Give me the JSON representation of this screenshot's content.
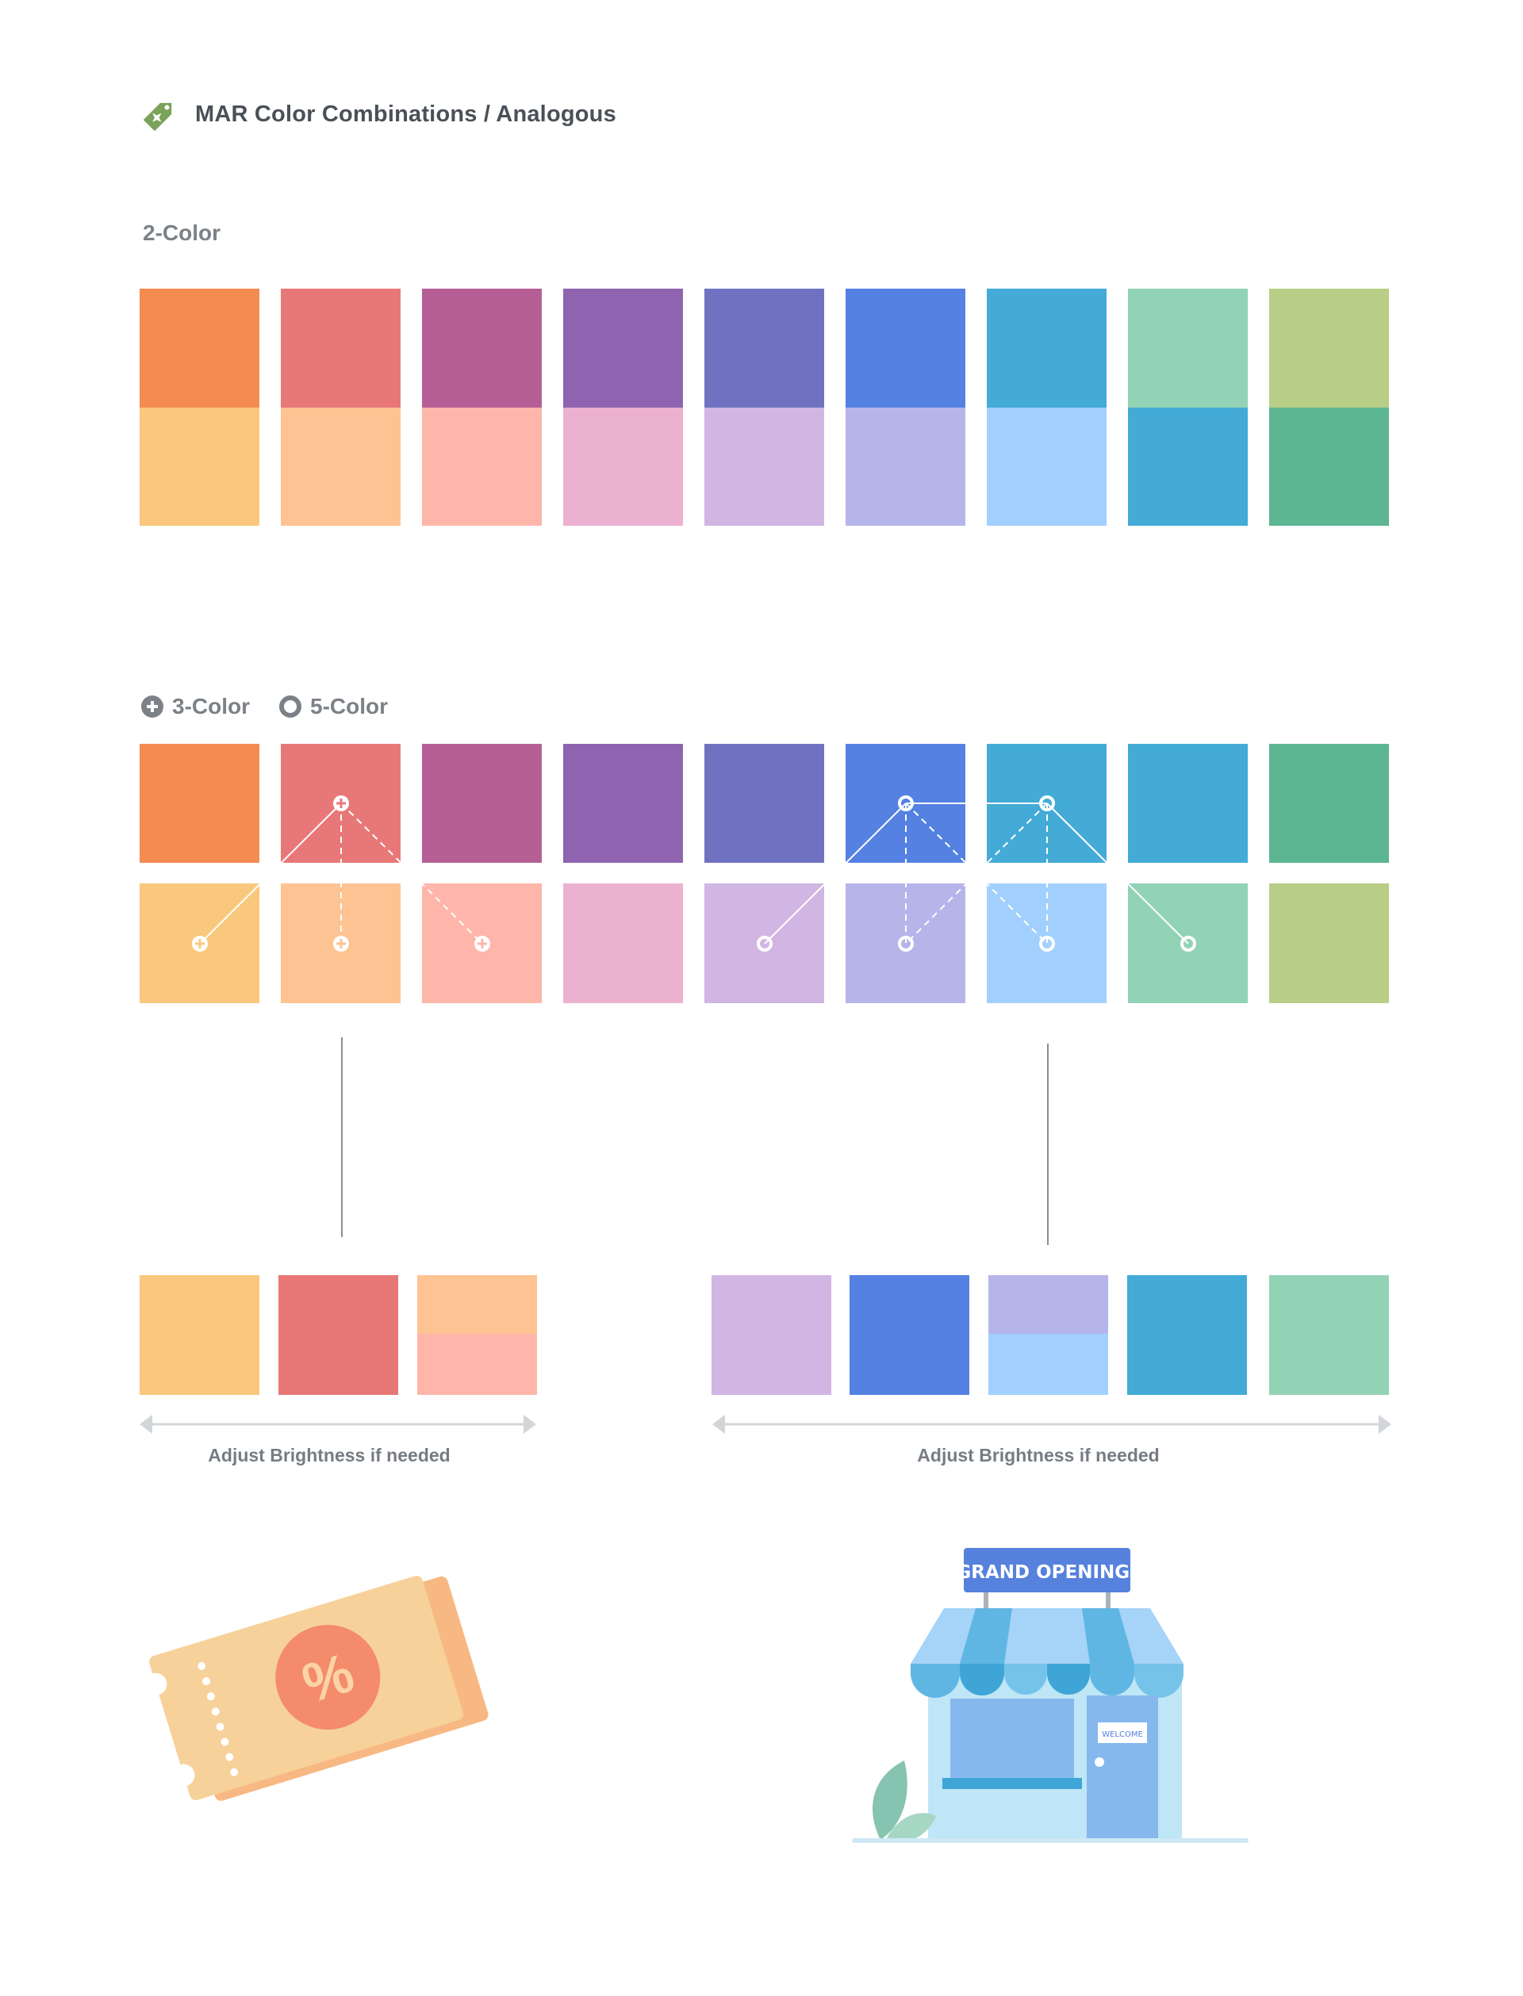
{
  "header": {
    "title": "MAR Color Combinations / Analogous",
    "tag_icon": "tag-sparkle-icon",
    "tag_color": "#7aa25a"
  },
  "two_color": {
    "label": "2-Color",
    "pairs": [
      {
        "top": "#f48b51",
        "bottom": "#f9c87c"
      },
      {
        "top": "#e87878",
        "bottom": "#fec392"
      },
      {
        "top": "#b65f97",
        "bottom": "#feb6aa"
      },
      {
        "top": "#8f63b0",
        "bottom": "#ecb1d1"
      },
      {
        "top": "#7072c1",
        "bottom": "#d1b5e3"
      },
      {
        "top": "#5581e2",
        "bottom": "#b6b5ea"
      },
      {
        "top": "#43abd6",
        "bottom": "#a2d0fe"
      },
      {
        "top": "#92d2b5",
        "bottom": "#43abd6"
      },
      {
        "top": "#b8ce87",
        "bottom": "#5cb692"
      }
    ]
  },
  "multi_color": {
    "legend_three": "3-Color",
    "legend_five": "5-Color",
    "legend_three_icon": "plus-circle-icon",
    "legend_five_icon": "ring-circle-icon",
    "top_row": [
      "#f48b51",
      "#e87878",
      "#b65f97",
      "#8f63b0",
      "#7072c1",
      "#5581e2",
      "#43abd6",
      "#43abd6",
      "#5cb692"
    ],
    "bottom_row": [
      "#f9c87c",
      "#fec392",
      "#feb6aa",
      "#ecb1d1",
      "#d1b5e3",
      "#b6b5ea",
      "#a2d0fe",
      "#92d2b5",
      "#b8ce87"
    ]
  },
  "results": {
    "three_color_palette": [
      {
        "colors": [
          "#f9c87c"
        ]
      },
      {
        "colors": [
          "#e87878"
        ]
      },
      {
        "colors": [
          "#fec392",
          "#feb6aa"
        ]
      }
    ],
    "five_color_palette": [
      {
        "colors": [
          "#d1b5e3"
        ]
      },
      {
        "colors": [
          "#5581e2"
        ]
      },
      {
        "colors": [
          "#b6b5ea",
          "#a2d0fe"
        ]
      },
      {
        "colors": [
          "#43abd6"
        ]
      },
      {
        "colors": [
          "#92d2b5"
        ]
      }
    ],
    "caption_left": "Adjust Brightness if needed",
    "caption_right": "Adjust Brightness if needed"
  },
  "illustrations": {
    "coupon_symbol": "%",
    "coupon_icon": "discount-coupon-icon",
    "store_sign": "GRAND OPENING!",
    "store_door_sign": "WELCOME",
    "store_icon": "storefront-icon"
  }
}
